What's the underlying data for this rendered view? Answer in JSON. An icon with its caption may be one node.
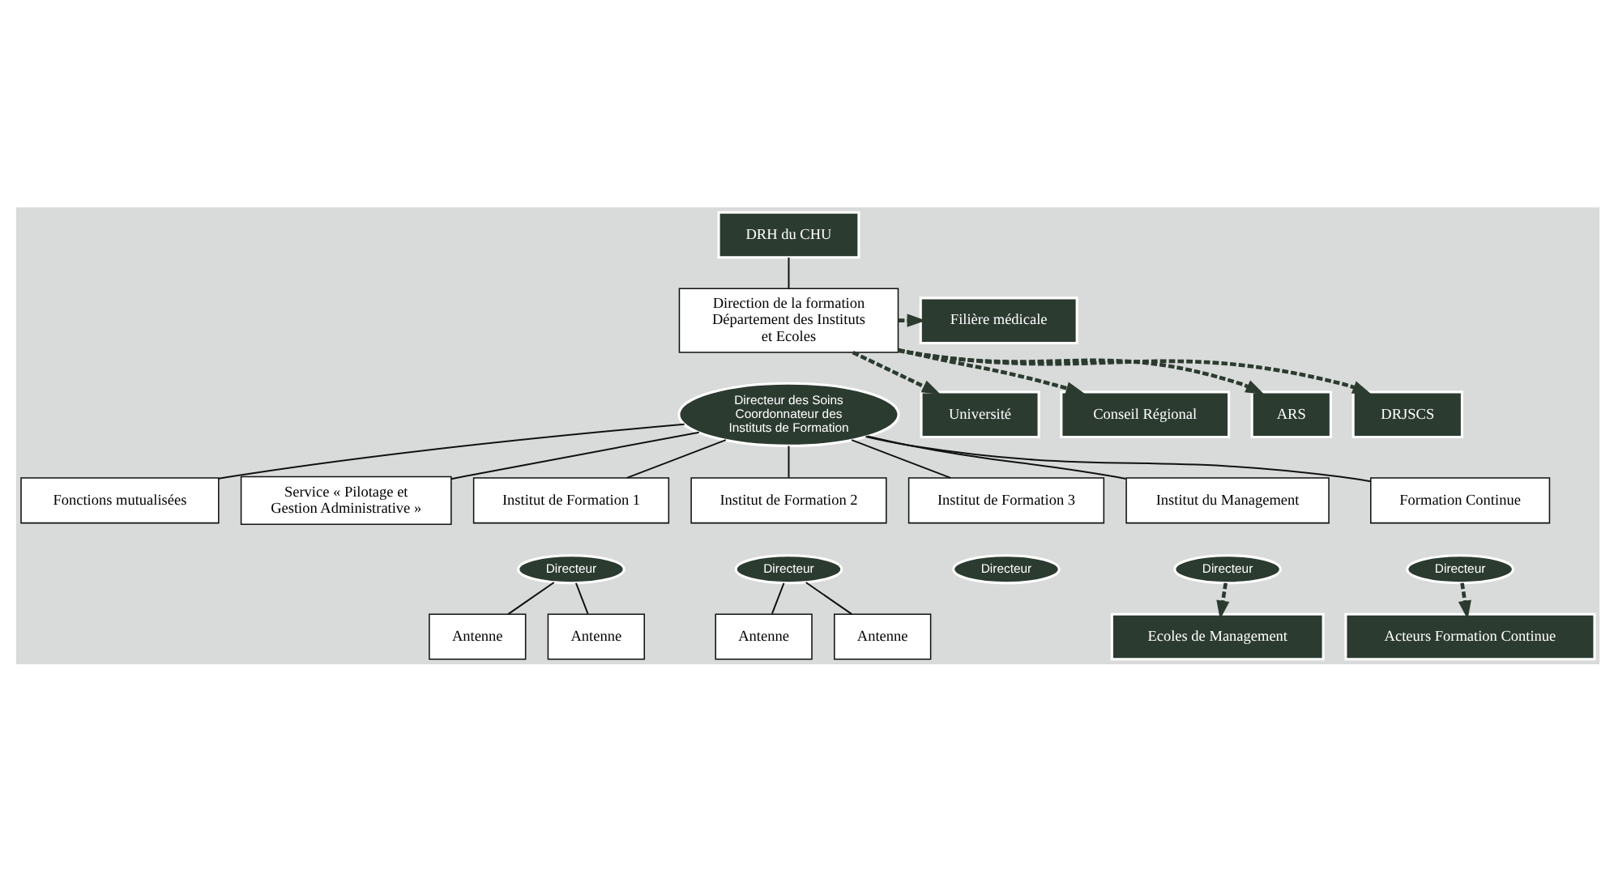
{
  "diagram": {
    "nodes": [
      {
        "text": [
          "DRH du CHU"
        ]
      },
      {
        "text": [
          "Filière médicale"
        ]
      },
      {
        "text": [
          "Direction de la formation Département des Instituts et Ecoles"
        ]
      },
      {
        "text": [
          "Directeur des Soins Coordonnateur des Instituts de Formation"
        ]
      },
      {
        "text": [
          "Université"
        ]
      },
      {
        "text": [
          "Conseil Régional"
        ]
      },
      {
        "text": [
          "ARS"
        ]
      },
      {
        "text": [
          "DRJSCS"
        ]
      },
      {
        "text": [
          "Fonctions mutualisées"
        ]
      },
      {
        "text": [
          "Service « Pilotage et Gestion Administrative »"
        ]
      },
      {
        "text": [
          "Institut de Formation 1"
        ]
      },
      {
        "text": [
          "Directeur"
        ]
      },
      {
        "text": [
          "Institut de Formation 2"
        ]
      },
      {
        "text": [
          "Directeur"
        ]
      },
      {
        "text": [
          "Institut de Formation 3"
        ]
      },
      {
        "text": [
          "Directeur"
        ]
      },
      {
        "text": [
          "Institut du Management"
        ]
      },
      {
        "text": [
          "Directeur"
        ]
      },
      {
        "text": [
          "Formation Continue"
        ]
      },
      {
        "text": [
          "Directeur"
        ]
      },
      {
        "text": [
          "Antenne"
        ]
      },
      {
        "text": [
          "Antenne"
        ]
      },
      {
        "text": [
          "Antenne"
        ]
      },
      {
        "text": [
          "Antenne"
        ]
      },
      {
        "text": [
          "Ecoles de Management"
        ]
      },
      {
        "text": [
          "Acteurs Formation Continue"
        ]
      }
    ],
    "edges": [
      {
        "from": 0,
        "to": 2,
        "arrow": "none"
      },
      {
        "from": 2,
        "to": 1,
        "arrow": "to",
        "style": "dashed"
      },
      {
        "from": 2,
        "to": 4,
        "arrow": "to",
        "style": "dashed"
      },
      {
        "from": 2,
        "to": 5,
        "arrow": "to",
        "style": "dashed"
      },
      {
        "from": 2,
        "to": 6,
        "arrow": "to",
        "style": "dashed"
      },
      {
        "from": 2,
        "to": 7,
        "arrow": "to",
        "style": "dashed"
      },
      {
        "from": 3,
        "to": 8,
        "arrow": "none"
      },
      {
        "from": 3,
        "to": 9,
        "arrow": "none"
      },
      {
        "from": 3,
        "to": 10,
        "arrow": "none"
      },
      {
        "from": 3,
        "to": 12,
        "arrow": "none"
      },
      {
        "from": 3,
        "to": 14,
        "arrow": "none"
      },
      {
        "from": 3,
        "to": 16,
        "arrow": "none"
      },
      {
        "from": 3,
        "to": 18,
        "arrow": "none"
      },
      {
        "from": 11,
        "to": 20,
        "arrow": "none"
      },
      {
        "from": 11,
        "to": 21,
        "arrow": "none"
      },
      {
        "from": 13,
        "to": 22,
        "arrow": "none"
      },
      {
        "from": 13,
        "to": 23,
        "arrow": "none"
      },
      {
        "from": 17,
        "to": 24,
        "arrow": "to",
        "style": "dashed"
      },
      {
        "from": 19,
        "to": 25,
        "arrow": "to",
        "style": "dashed"
      }
    ]
  }
}
